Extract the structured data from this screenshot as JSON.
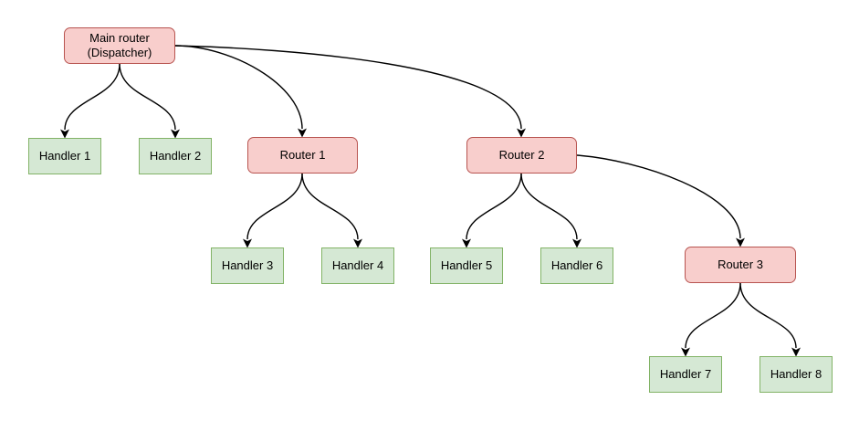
{
  "diagram": {
    "nodes": {
      "main": {
        "label": "Main router\n(Dispatcher)",
        "type": "router"
      },
      "h1": {
        "label": "Handler 1",
        "type": "handler"
      },
      "h2": {
        "label": "Handler 2",
        "type": "handler"
      },
      "r1": {
        "label": "Router 1",
        "type": "router"
      },
      "r2": {
        "label": "Router 2",
        "type": "router"
      },
      "h3": {
        "label": "Handler 3",
        "type": "handler"
      },
      "h4": {
        "label": "Handler 4",
        "type": "handler"
      },
      "h5": {
        "label": "Handler 5",
        "type": "handler"
      },
      "h6": {
        "label": "Handler 6",
        "type": "handler"
      },
      "r3": {
        "label": "Router 3",
        "type": "router"
      },
      "h7": {
        "label": "Handler 7",
        "type": "handler"
      },
      "h8": {
        "label": "Handler 8",
        "type": "handler"
      }
    },
    "edges": [
      {
        "from": "main",
        "to": "h1"
      },
      {
        "from": "main",
        "to": "h2"
      },
      {
        "from": "main",
        "to": "r1"
      },
      {
        "from": "main",
        "to": "r2"
      },
      {
        "from": "r1",
        "to": "h3"
      },
      {
        "from": "r1",
        "to": "h4"
      },
      {
        "from": "r2",
        "to": "h5"
      },
      {
        "from": "r2",
        "to": "h6"
      },
      {
        "from": "r2",
        "to": "r3"
      },
      {
        "from": "r3",
        "to": "h7"
      },
      {
        "from": "r3",
        "to": "h8"
      }
    ],
    "colors": {
      "background": "#ffffff",
      "router_fill": "#f8cecc",
      "router_border": "#b85450",
      "handler_fill": "#d5e8d4",
      "handler_border": "#82b366",
      "edge_stroke": "#000000",
      "text": "#000000"
    }
  }
}
